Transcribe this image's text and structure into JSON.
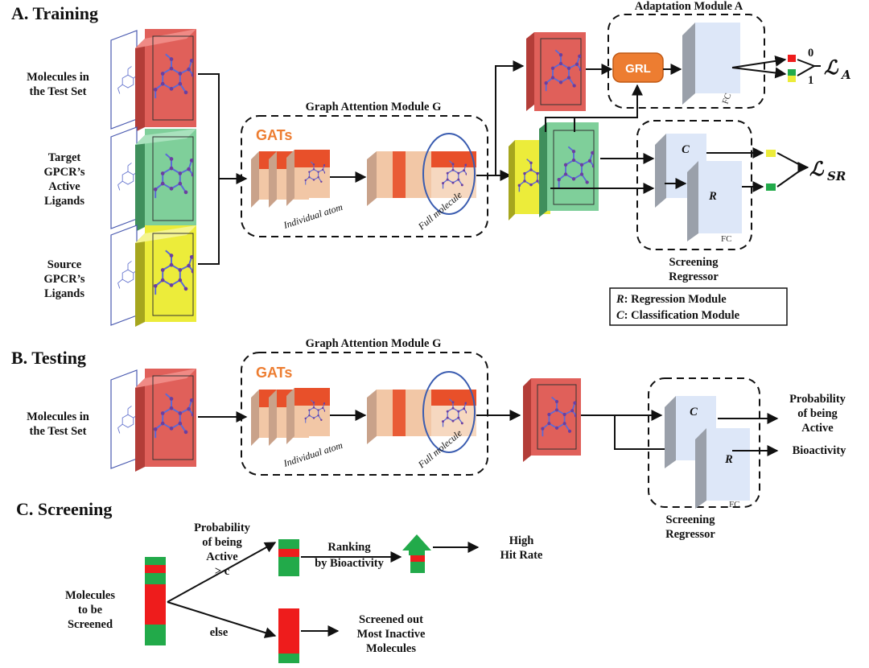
{
  "sections": {
    "training": "A. Training",
    "testing": "B. Testing",
    "screening": "C. Screening"
  },
  "inputs": {
    "test_set": [
      "Molecules in",
      "the Test Set"
    ],
    "target": [
      "Target",
      "GPCR’s",
      "Active",
      "Ligands"
    ],
    "source": [
      "Source",
      "GPCR’s",
      "Ligands"
    ]
  },
  "modules": {
    "gat_title": "Graph Attention Module G",
    "gats": "GATs",
    "individual_atom": "Individual atom",
    "full_molecule": "Full molecule",
    "adaptation_title": "Adaptation Module A",
    "grl": "GRL",
    "fc": "FC",
    "c": "C",
    "r": "R",
    "screening_regressor": [
      "Screening",
      "Regressor"
    ],
    "domain_0": "0",
    "domain_1": "1",
    "loss_a": "ℒ",
    "loss_a_sub": "A",
    "loss_sr": "ℒ",
    "loss_sr_sub": "SR"
  },
  "legend": {
    "r_key": "R",
    "r_text": ": Regression Module",
    "c_key": "C",
    "c_text": ": Classification Module"
  },
  "outputs": {
    "prob_active": [
      "Probability",
      "of being",
      "Active"
    ],
    "bioactivity": "Bioactivity"
  },
  "screening": {
    "to_screen": [
      "Molecules",
      "to be",
      "Screened"
    ],
    "condition": [
      "Probability",
      "of being",
      "Active",
      "> c"
    ],
    "else": "else",
    "ranking": [
      "Ranking",
      "by Bioactivity"
    ],
    "high_hit": [
      "High",
      "Hit Rate"
    ],
    "screened_out": [
      "Screened out",
      "Most Inactive",
      "Molecules"
    ]
  },
  "colors": {
    "red_card": "#e0605a",
    "green_card": "#7fcf9a",
    "yellow_card": "#ecec3a",
    "fc_face": "#dde7f8",
    "fc_side": "#9aa0aa",
    "grl": "#ed7d31",
    "bar_green": "#22aa4a",
    "bar_red": "#ee1c1c",
    "molecule": "#5a6ad8"
  }
}
